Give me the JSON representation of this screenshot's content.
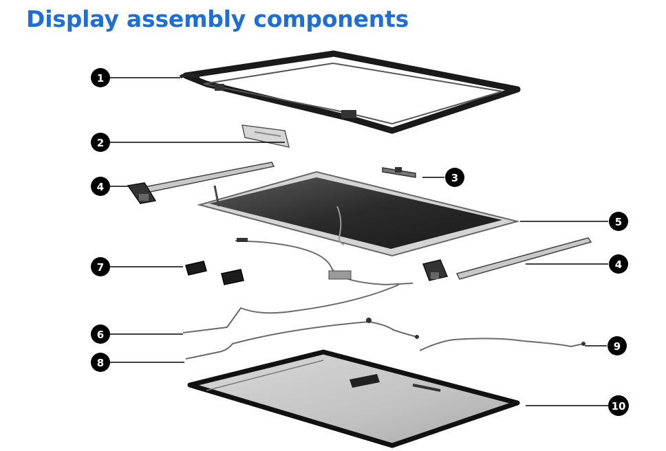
{
  "title": "Display assembly components",
  "callouts": [
    {
      "id": "c1",
      "label": "1"
    },
    {
      "id": "c2",
      "label": "2"
    },
    {
      "id": "c3",
      "label": "3"
    },
    {
      "id": "c4a",
      "label": "4"
    },
    {
      "id": "c5",
      "label": "5"
    },
    {
      "id": "c4b",
      "label": "4"
    },
    {
      "id": "c7",
      "label": "7"
    },
    {
      "id": "c6",
      "label": "6"
    },
    {
      "id": "c9",
      "label": "9"
    },
    {
      "id": "c8",
      "label": "8"
    },
    {
      "id": "c10",
      "label": "10"
    }
  ],
  "colors": {
    "title": "#1f6ed4",
    "callout": "#000000",
    "part_dark": "#1a1a1a",
    "part_gray": "#8a8a8a"
  }
}
